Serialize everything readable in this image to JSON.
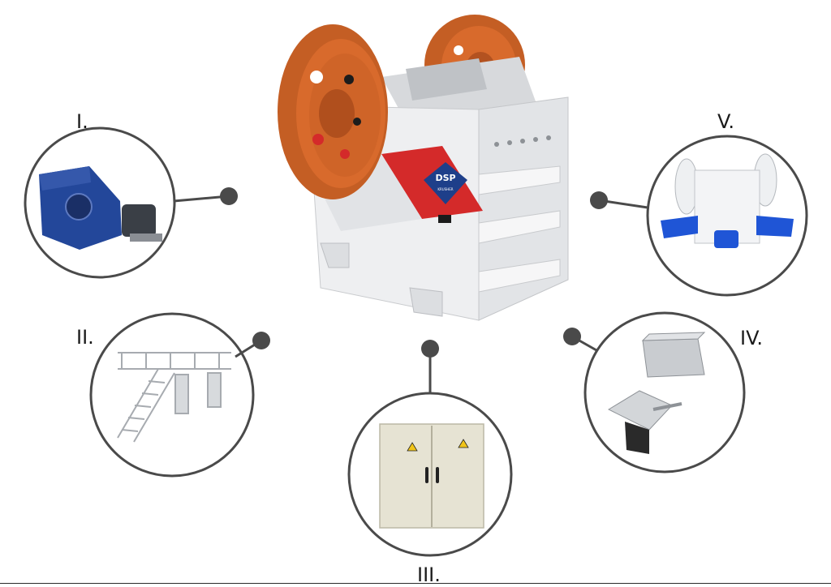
{
  "labels": {
    "one": "I.",
    "two": "II.",
    "three": "III.",
    "four": "IV.",
    "five": "V."
  },
  "logo": {
    "text": "DSP",
    "subtext": "KRUSHER"
  },
  "colors": {
    "flywheel": "#d86a2c",
    "flywheel_dark": "#a84a1a",
    "frame": "#e9eaec",
    "stripe": "#d42a2a",
    "logo_blue": "#1e3f8a",
    "motor_blue": "#23479a",
    "callout_ring": "#4a4a4a",
    "cabinet": "#e6e3d3"
  },
  "icons": {
    "I": "drive-motor-icon",
    "II": "service-platform-icon",
    "III": "control-cabinet-icon",
    "IV": "hopper-chute-icon",
    "V": "hydraulic-adjustment-icon"
  }
}
